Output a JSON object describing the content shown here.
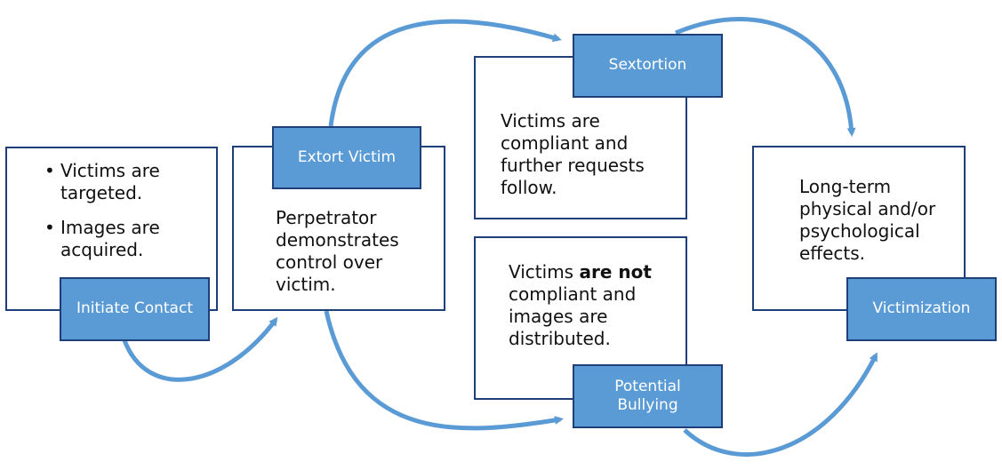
{
  "stages": {
    "initiate": {
      "label": "Initiate Contact",
      "bullets": [
        "Victims are targeted.",
        "Images are acquired."
      ]
    },
    "extort": {
      "label": "Extort Victim",
      "text": "Perpetrator demonstrates control over victim."
    },
    "sextortion": {
      "label": "Sextortion",
      "text": "Victims are compliant and further requests follow."
    },
    "bullying": {
      "label": "Potential Bullying",
      "text_before": "Victims ",
      "text_bold": "are not",
      "text_after": " compliant and images are distributed."
    },
    "victimization": {
      "label": "Victimization",
      "text": "Long-term physical and/or psychological effects."
    }
  },
  "colors": {
    "tag_fill": "#5b9bd5",
    "border": "#1f3f78",
    "arrow": "#5b9bd5"
  }
}
